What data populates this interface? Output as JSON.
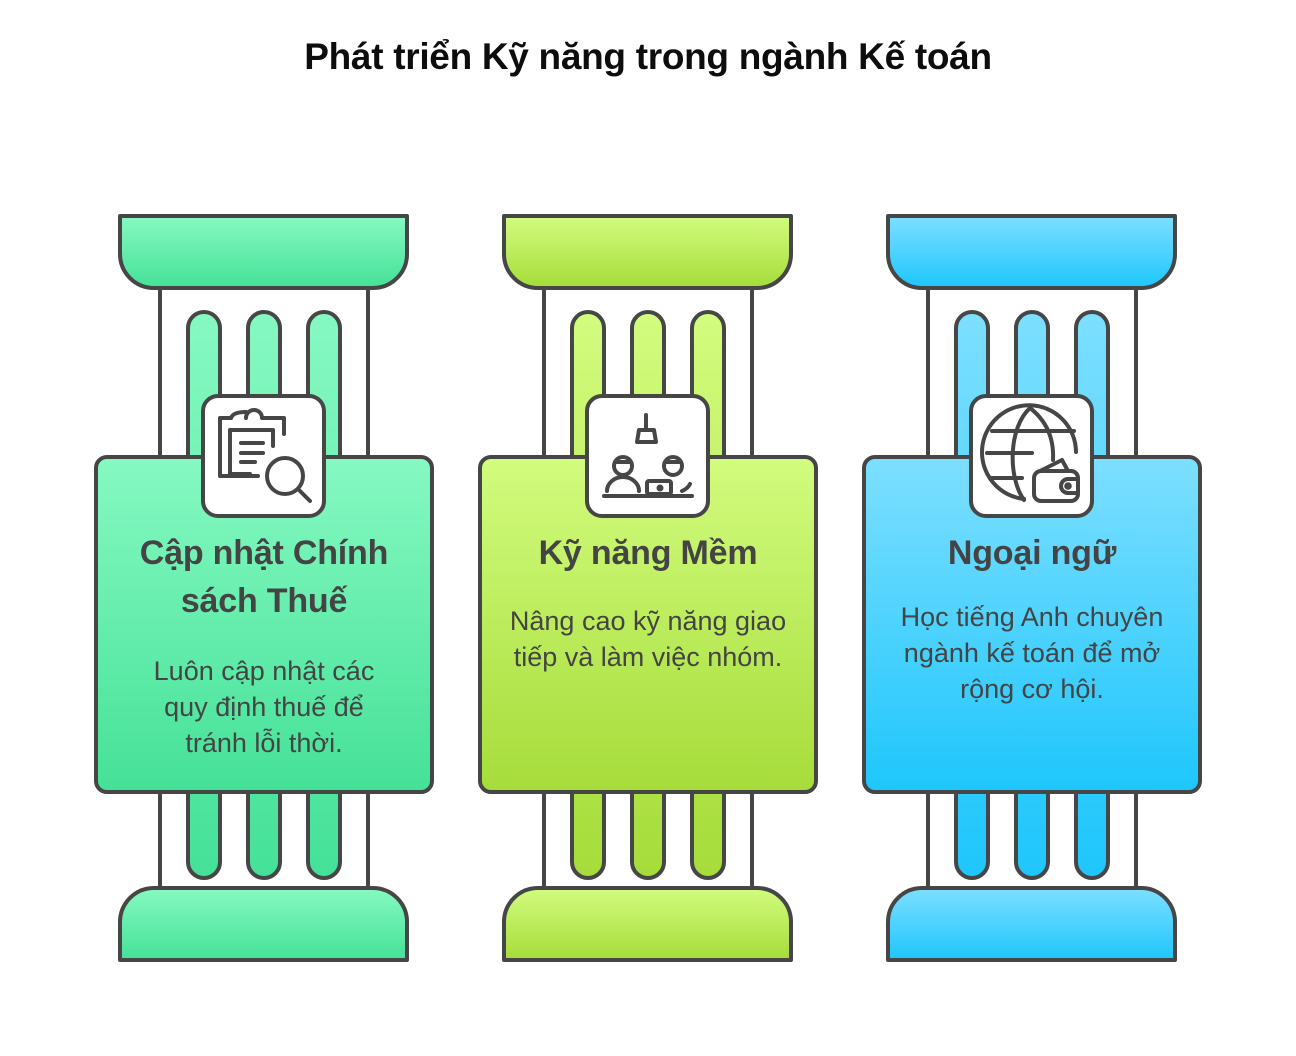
{
  "title": "Phát triển Kỹ năng trong ngành Kế toán",
  "colors": {
    "stroke": "#464646",
    "text": "#444444",
    "pillar1_light": "#86f9c2",
    "pillar1_dark": "#45e198",
    "pillar2_light": "#d2fc7e",
    "pillar2_dark": "#a6dc3a",
    "pillar3_light": "#7ddfff",
    "pillar3_dark": "#1ec6fc"
  },
  "pillars": [
    {
      "title": "Cập nhật Chính sách Thuế",
      "description": "Luôn cập nhật các quy định thuế để tránh lỗi thời.",
      "icon": "clipboard-search-icon"
    },
    {
      "title": "Kỹ năng Mềm",
      "description": "Nâng cao kỹ năng giao tiếp và làm việc nhóm.",
      "icon": "team-meeting-icon"
    },
    {
      "title": "Ngoại ngữ",
      "description": "Học tiếng Anh chuyên ngành kế toán để mở rộng cơ hội.",
      "icon": "globe-wallet-icon"
    }
  ]
}
